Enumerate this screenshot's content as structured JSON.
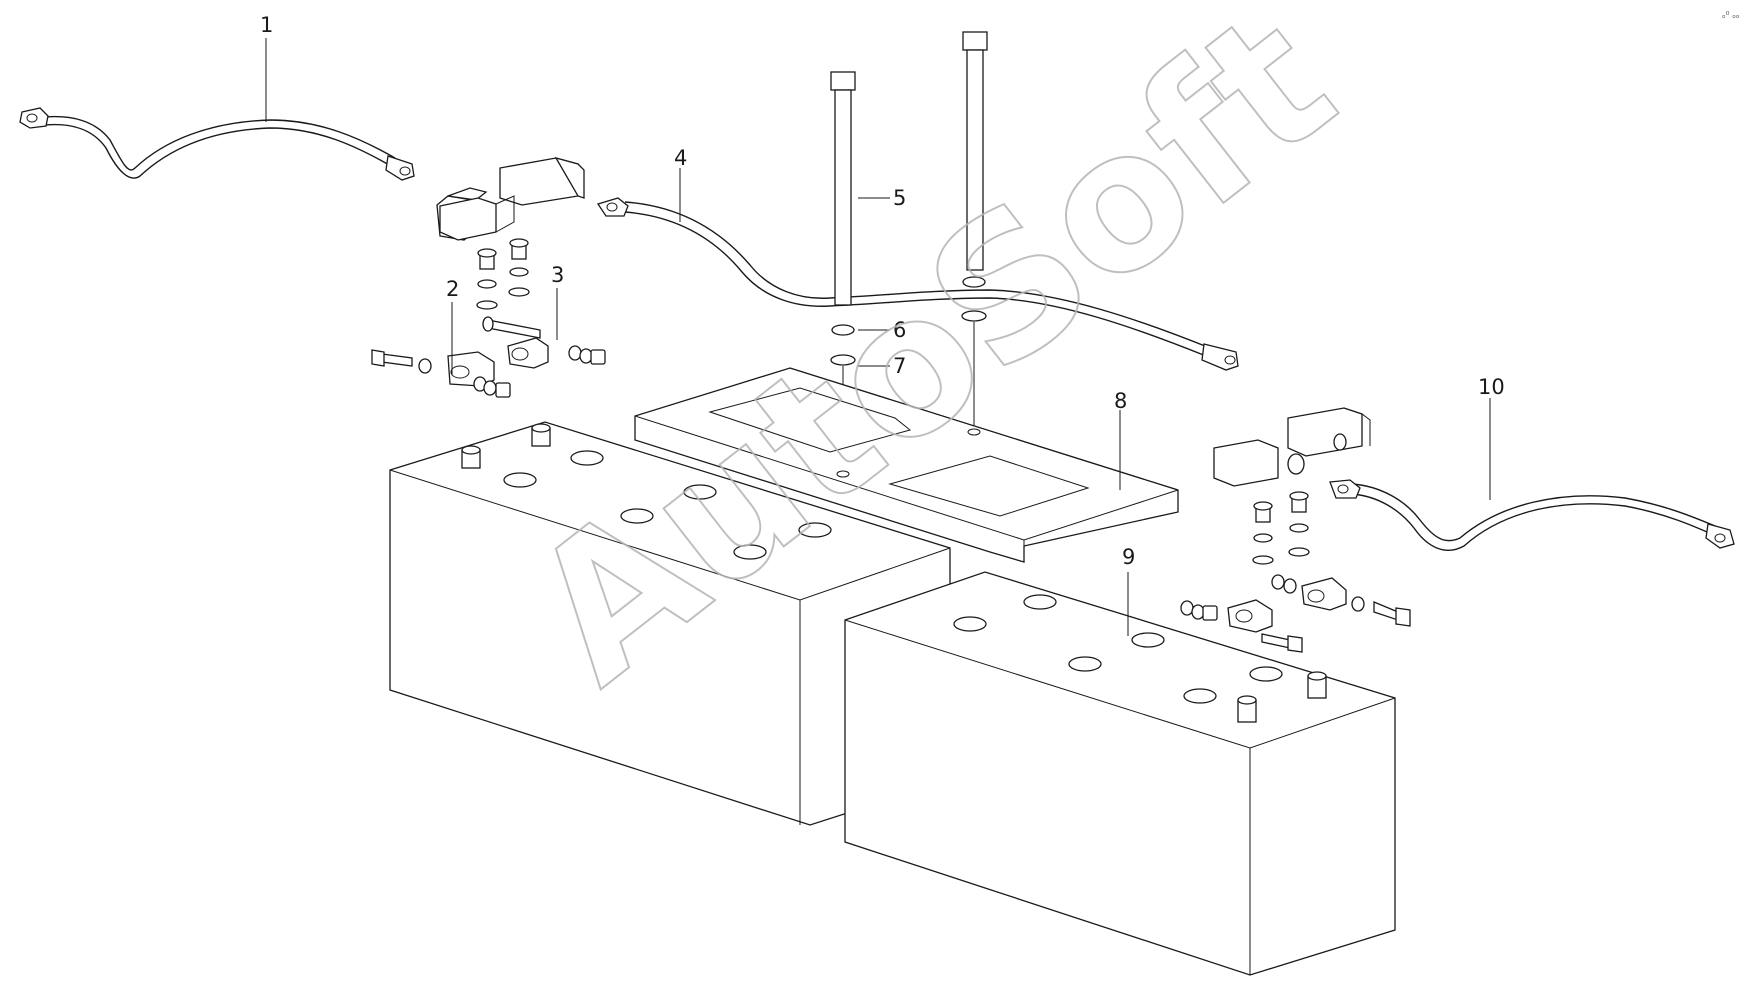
{
  "watermark": "AutoSoft",
  "corner_mark": "ₒ⁰ ₒₒ",
  "callouts": [
    {
      "id": "1",
      "label": "1"
    },
    {
      "id": "2",
      "label": "2"
    },
    {
      "id": "3",
      "label": "3"
    },
    {
      "id": "4",
      "label": "4"
    },
    {
      "id": "5",
      "label": "5"
    },
    {
      "id": "6",
      "label": "6"
    },
    {
      "id": "7",
      "label": "7"
    },
    {
      "id": "8",
      "label": "8"
    },
    {
      "id": "9",
      "label": "9"
    },
    {
      "id": "10",
      "label": "10"
    }
  ]
}
